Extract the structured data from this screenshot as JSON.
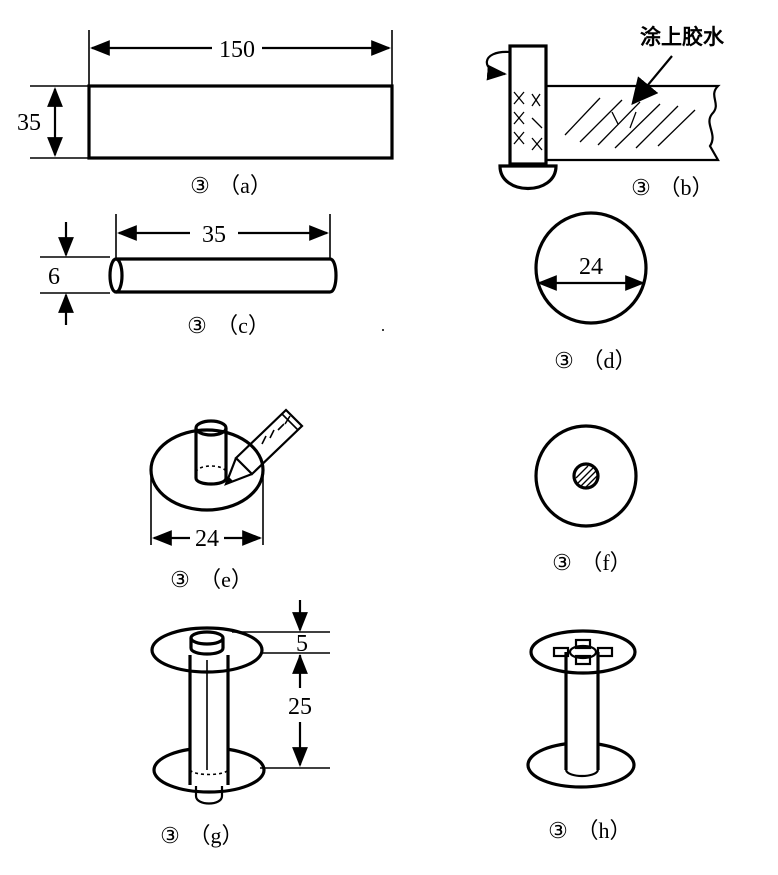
{
  "colors": {
    "ink": "#000000",
    "paper": "#ffffff"
  },
  "figures": {
    "a": {
      "caption_num": "③",
      "caption_label": "（a）",
      "dim_length": "150",
      "dim_height": "35"
    },
    "b": {
      "caption_num": "③",
      "caption_label": "（b）",
      "note": "涂上胶水"
    },
    "c": {
      "caption_num": "③",
      "caption_label": "（c）",
      "dim_length": "35",
      "dim_diameter": "6"
    },
    "d": {
      "caption_num": "③",
      "caption_label": "（d）",
      "dim_diameter": "24"
    },
    "e": {
      "caption_num": "③",
      "caption_label": "（e）",
      "dim_diameter": "24"
    },
    "f": {
      "caption_num": "③",
      "caption_label": "（f）"
    },
    "g": {
      "caption_num": "③",
      "caption_label": "（g）",
      "dim_small": "5",
      "dim_large": "25"
    },
    "h": {
      "caption_num": "③",
      "caption_label": "（h）"
    }
  }
}
